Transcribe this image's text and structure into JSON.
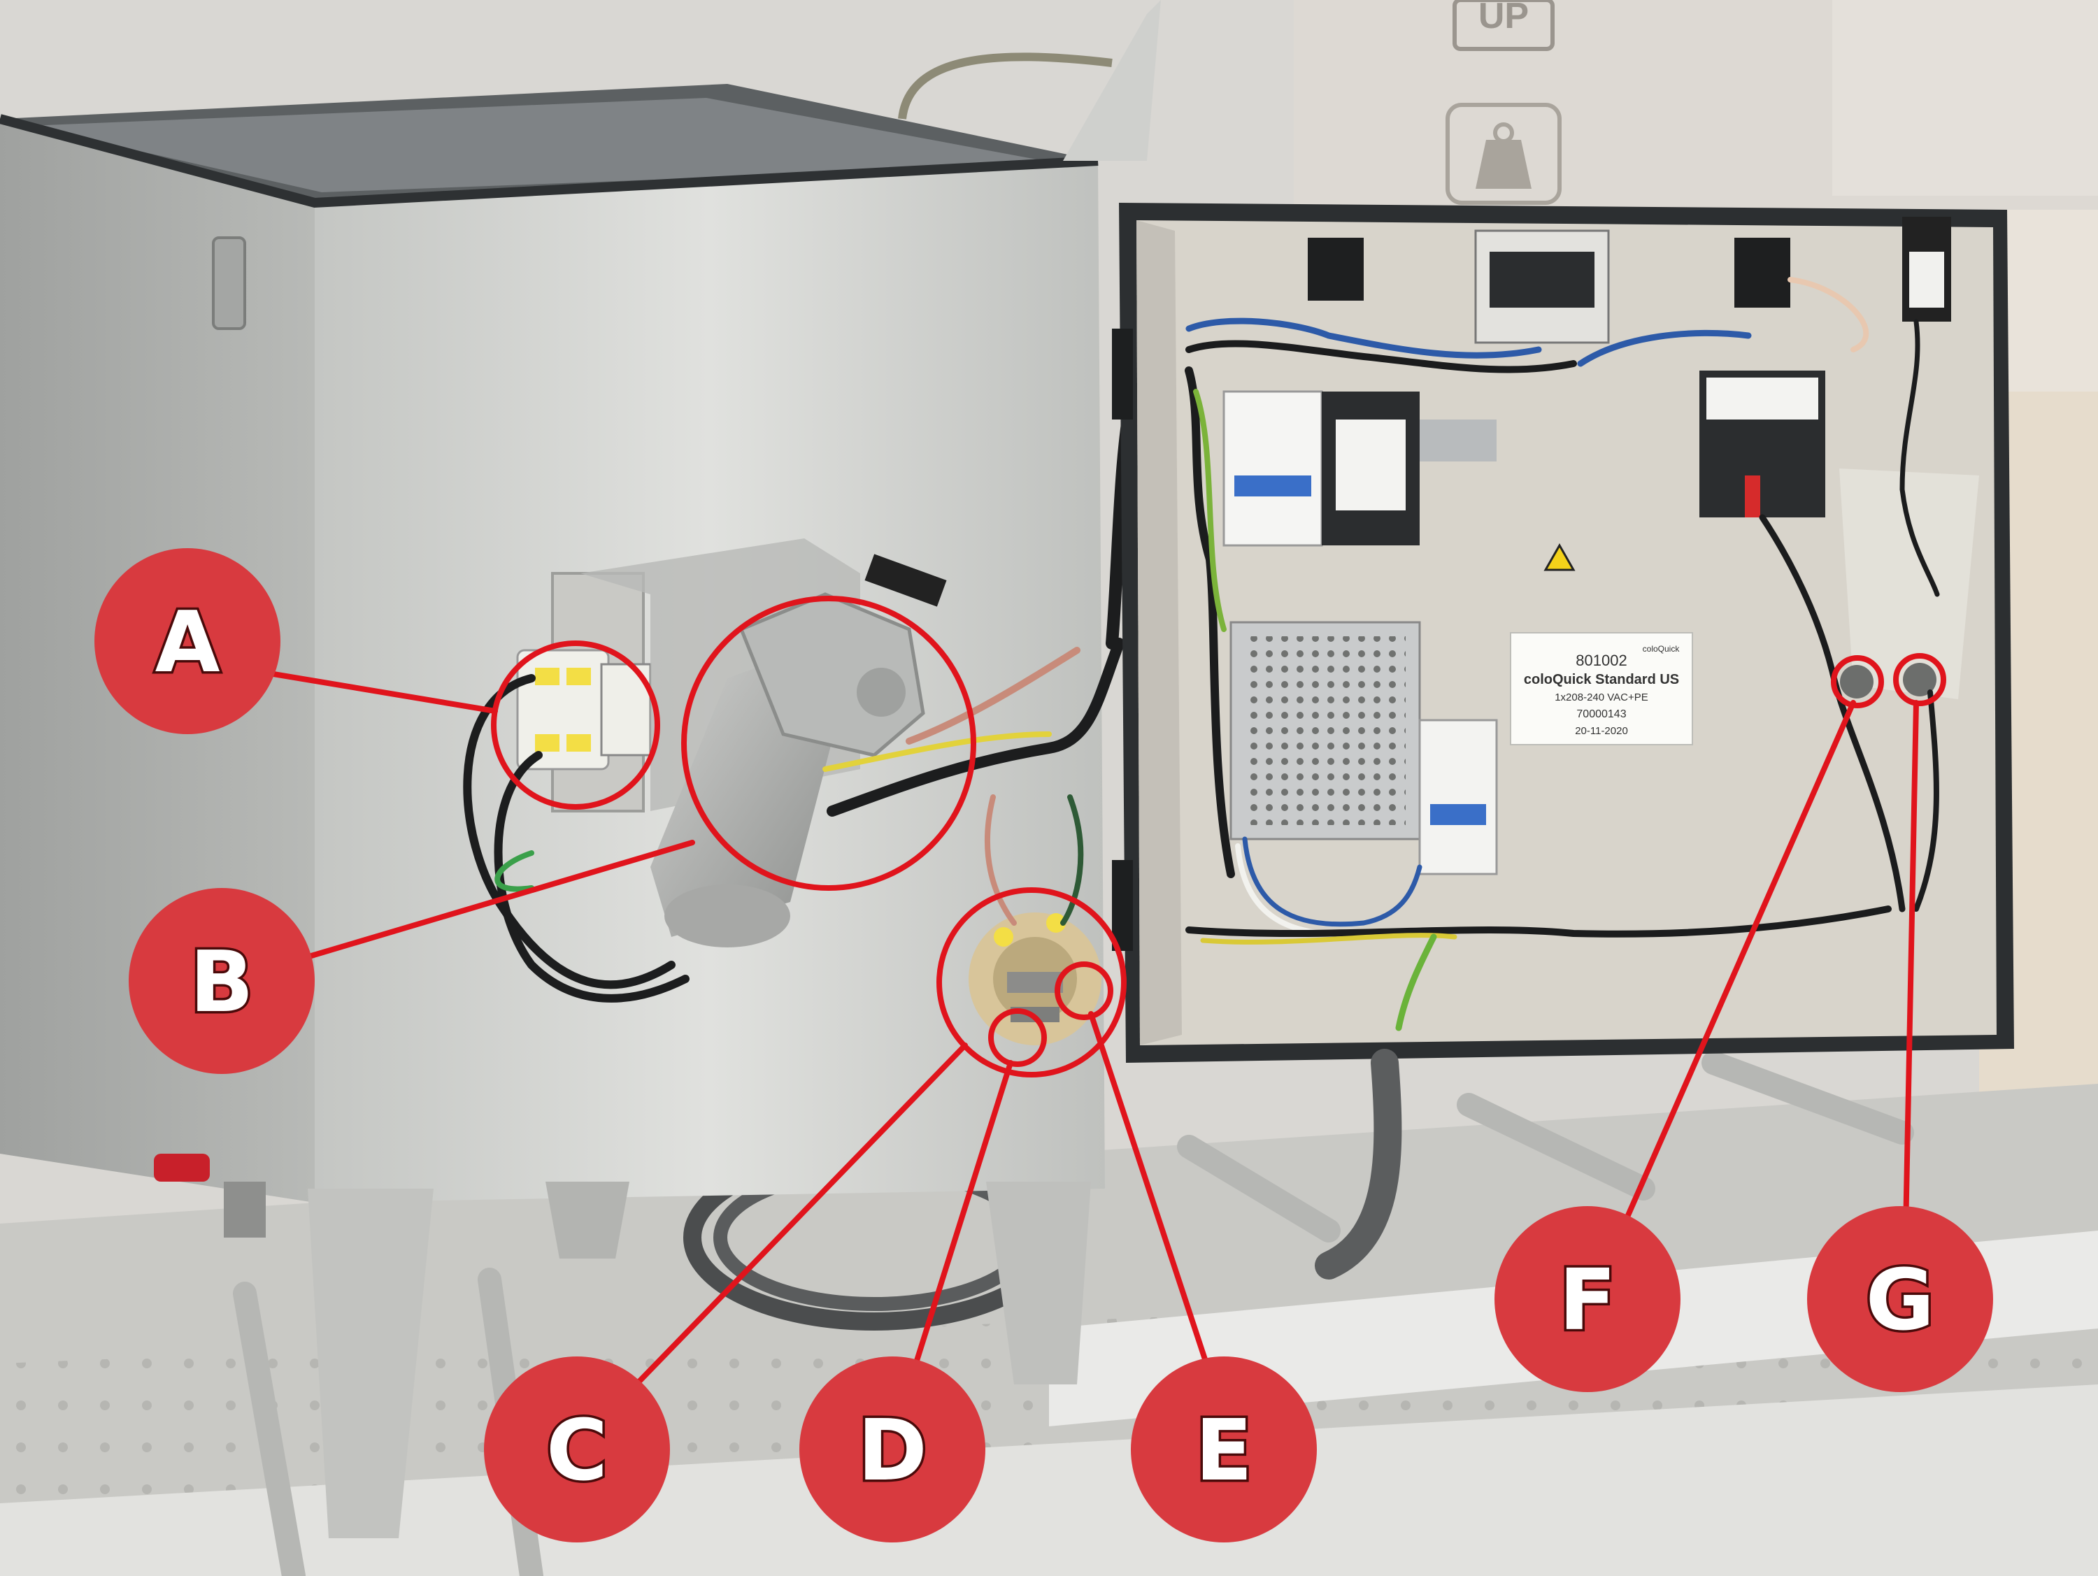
{
  "labels": [
    {
      "letter": "A",
      "component": "terminal-block"
    },
    {
      "letter": "B",
      "component": "wiper-motor"
    },
    {
      "letter": "C",
      "component": "heater-flange"
    },
    {
      "letter": "D",
      "component": "heater-terminal-lower"
    },
    {
      "letter": "E",
      "component": "heater-terminal-right"
    },
    {
      "letter": "F",
      "component": "cable-gland-left"
    },
    {
      "letter": "G",
      "component": "cable-gland-right"
    }
  ],
  "sticker": {
    "number": "801002",
    "brand": "coloQuick",
    "product": "coloQuick Standard US",
    "voltage": "1x208-240 VAC+PE",
    "serial": "70000143",
    "date": "20-11-2020"
  },
  "crate": {
    "mark": "UP"
  },
  "colors": {
    "callout_fill": "#d83a3f",
    "callout_line": "#e0141c",
    "tank": "#c9cac6",
    "cabinet_interior": "#d8d4cb",
    "background": "#d9d7d3"
  }
}
